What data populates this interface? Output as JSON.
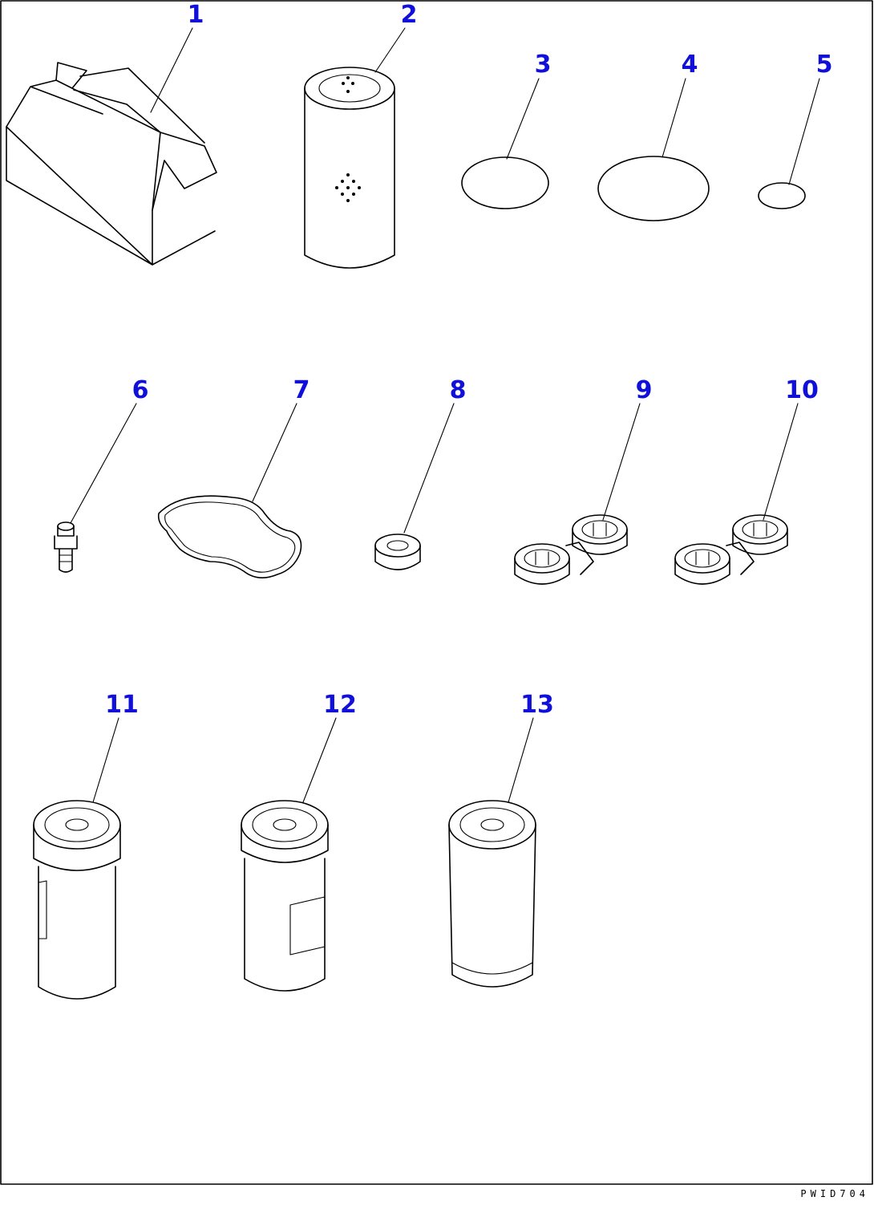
{
  "diagram": {
    "drawing_code": "PWID704",
    "parts": [
      {
        "id": "part-1",
        "label": "1",
        "shape": "carton-box"
      },
      {
        "id": "part-2",
        "label": "2",
        "shape": "filter-element"
      },
      {
        "id": "part-3",
        "label": "3",
        "shape": "o-ring"
      },
      {
        "id": "part-4",
        "label": "4",
        "shape": "o-ring"
      },
      {
        "id": "part-5",
        "label": "5",
        "shape": "o-ring"
      },
      {
        "id": "part-6",
        "label": "6",
        "shape": "plug"
      },
      {
        "id": "part-7",
        "label": "7",
        "shape": "gasket"
      },
      {
        "id": "part-8",
        "label": "8",
        "shape": "seal-ring"
      },
      {
        "id": "part-9",
        "label": "9",
        "shape": "wrench"
      },
      {
        "id": "part-10",
        "label": "10",
        "shape": "wrench"
      },
      {
        "id": "part-11",
        "label": "11",
        "shape": "spin-on-filter"
      },
      {
        "id": "part-12",
        "label": "12",
        "shape": "spin-on-filter"
      },
      {
        "id": "part-13",
        "label": "13",
        "shape": "spin-on-filter"
      }
    ],
    "colors": {
      "label": "#1010d8",
      "line": "#000000",
      "background": "#ffffff"
    }
  }
}
